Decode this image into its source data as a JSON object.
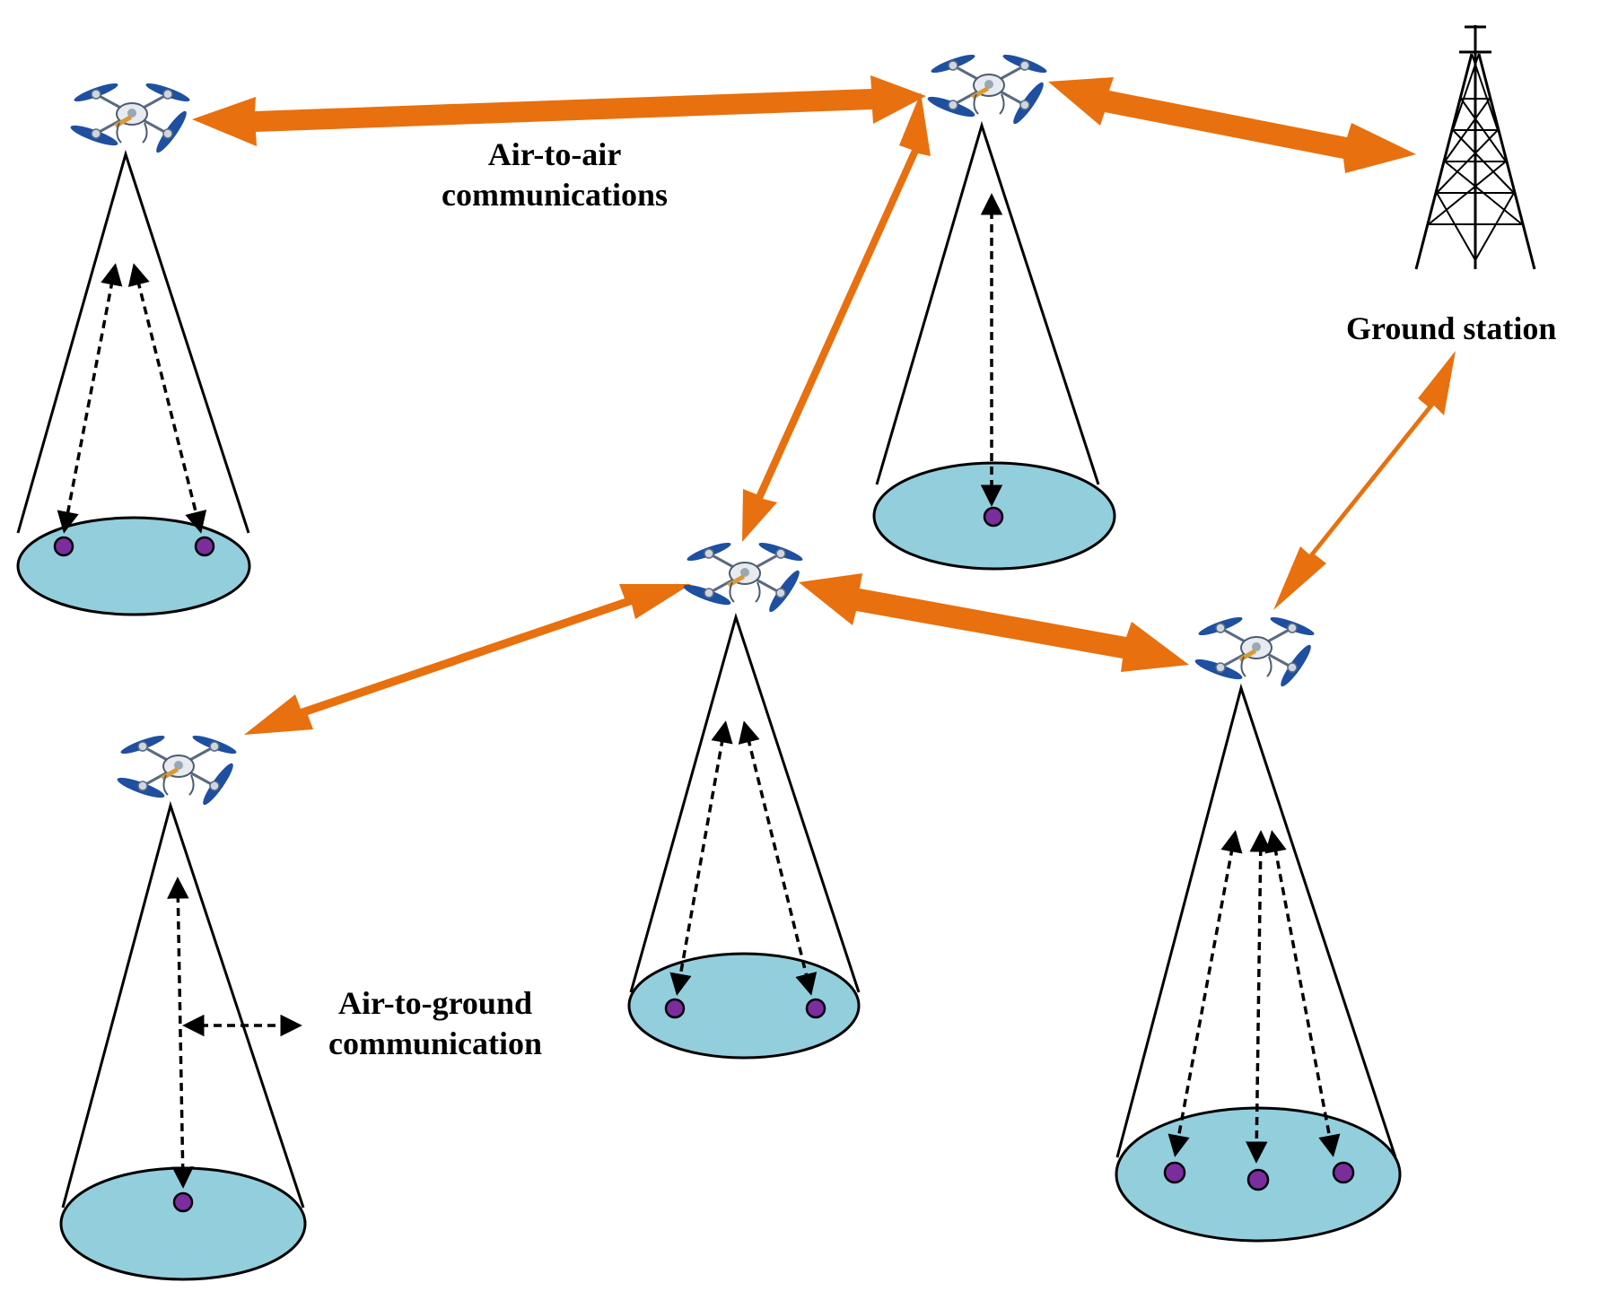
{
  "labels": {
    "air_to_air_line1": "Air-to-air",
    "air_to_air_line2": "communications",
    "air_to_ground_line1": "Air-to-ground",
    "air_to_ground_line2": "communication",
    "ground_station": "Ground station"
  },
  "colors": {
    "link_arrow": "#e8700e",
    "coverage_fill": "#93cedd",
    "user_fill": "#7b2d9e",
    "drone_blue": "#1e4fa0",
    "line": "#000000"
  },
  "icons": {
    "drone": "quadcopter-icon",
    "tower": "radio-tower-icon",
    "user": "ground-user-dot"
  }
}
